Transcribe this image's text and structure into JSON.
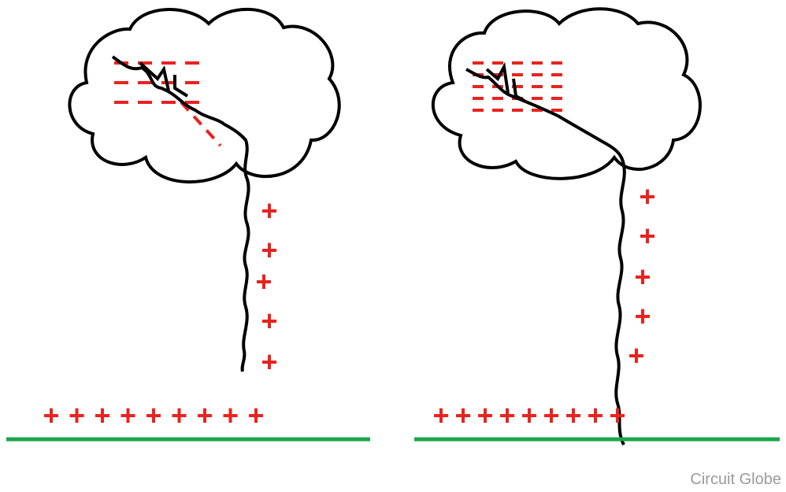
{
  "colors": {
    "background": "#ffffff",
    "charge": "#e8231f",
    "ground": "#1aa64a",
    "outline": "#000000",
    "watermark": "#9a9a9a"
  },
  "charge_symbols": {
    "positive": "+",
    "negative": "-"
  },
  "diagram": {
    "panels": [
      {
        "name": "left",
        "cloud_negative_rows": 3,
        "column_positive_count": 5,
        "ground_positive_count": 9,
        "leader_reaches_ground": false
      },
      {
        "name": "right",
        "cloud_negative_rows": 5,
        "column_positive_count": 5,
        "ground_positive_count": 9,
        "leader_reaches_ground": true
      }
    ]
  },
  "watermark": "Circuit Globe"
}
